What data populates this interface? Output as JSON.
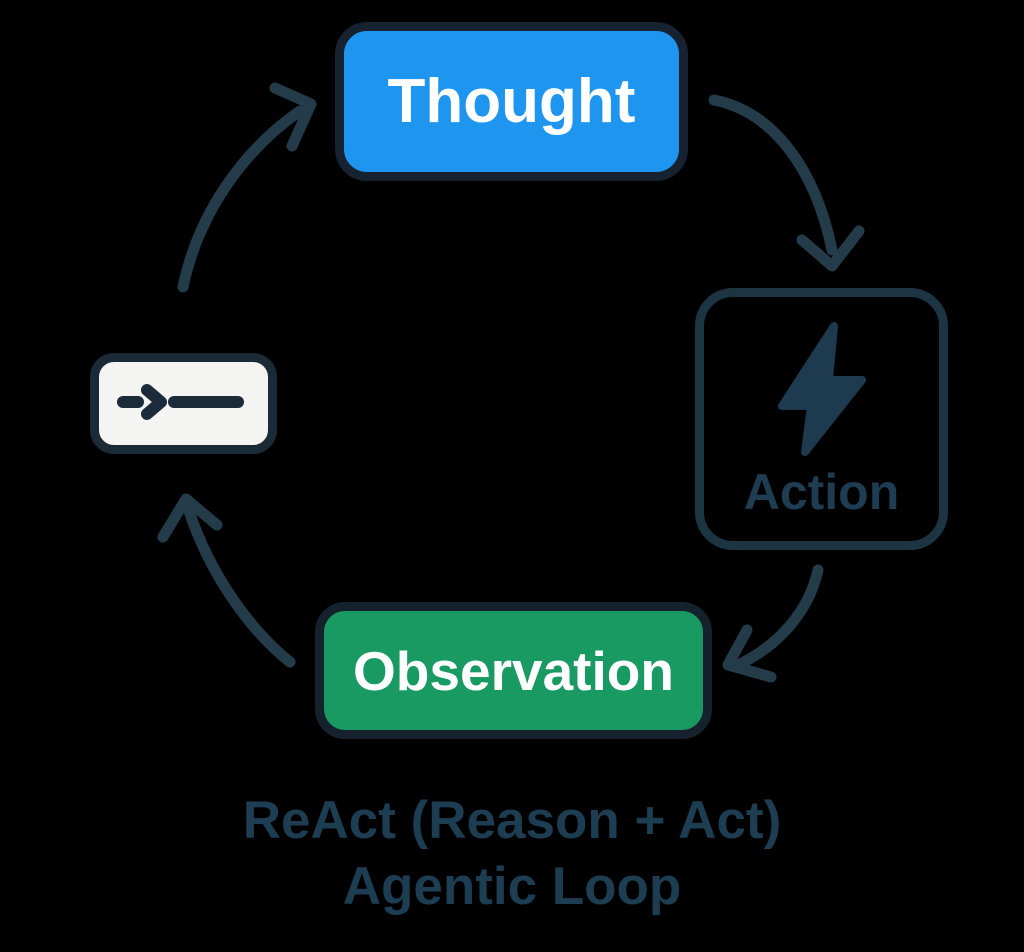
{
  "diagram": {
    "caption": {
      "line1": "ReAct (Reason + Act)",
      "line2": "Agentic Loop"
    },
    "nodes": {
      "thought": {
        "label": "Thought"
      },
      "action": {
        "label": "Action",
        "icon": "lightning-bolt-icon"
      },
      "observation": {
        "label": "Observation"
      },
      "terminal": {
        "icon": "terminal-prompt-icon"
      }
    },
    "arrows": [
      {
        "name": "arrow-thought-to-action",
        "from": "thought",
        "to": "action"
      },
      {
        "name": "arrow-action-to-observation",
        "from": "action",
        "to": "observation"
      },
      {
        "name": "arrow-observation-to-terminal",
        "from": "observation",
        "to": "terminal"
      },
      {
        "name": "arrow-terminal-to-thought",
        "from": "terminal",
        "to": "thought"
      }
    ],
    "colors": {
      "background": "#000000",
      "thought_fill": "#1e96f0",
      "observation_fill": "#189a62",
      "node_text": "#ffffff",
      "node_border": "#16222f",
      "action_border": "#1d3443",
      "action_text": "#1e3d52",
      "arrow_stroke": "#243b4a",
      "caption_text": "#1d3e52",
      "terminal_fill": "#f4f5f3",
      "terminal_glyph": "#1b2b3a",
      "bolt_fill": "#1d3a4e"
    }
  }
}
